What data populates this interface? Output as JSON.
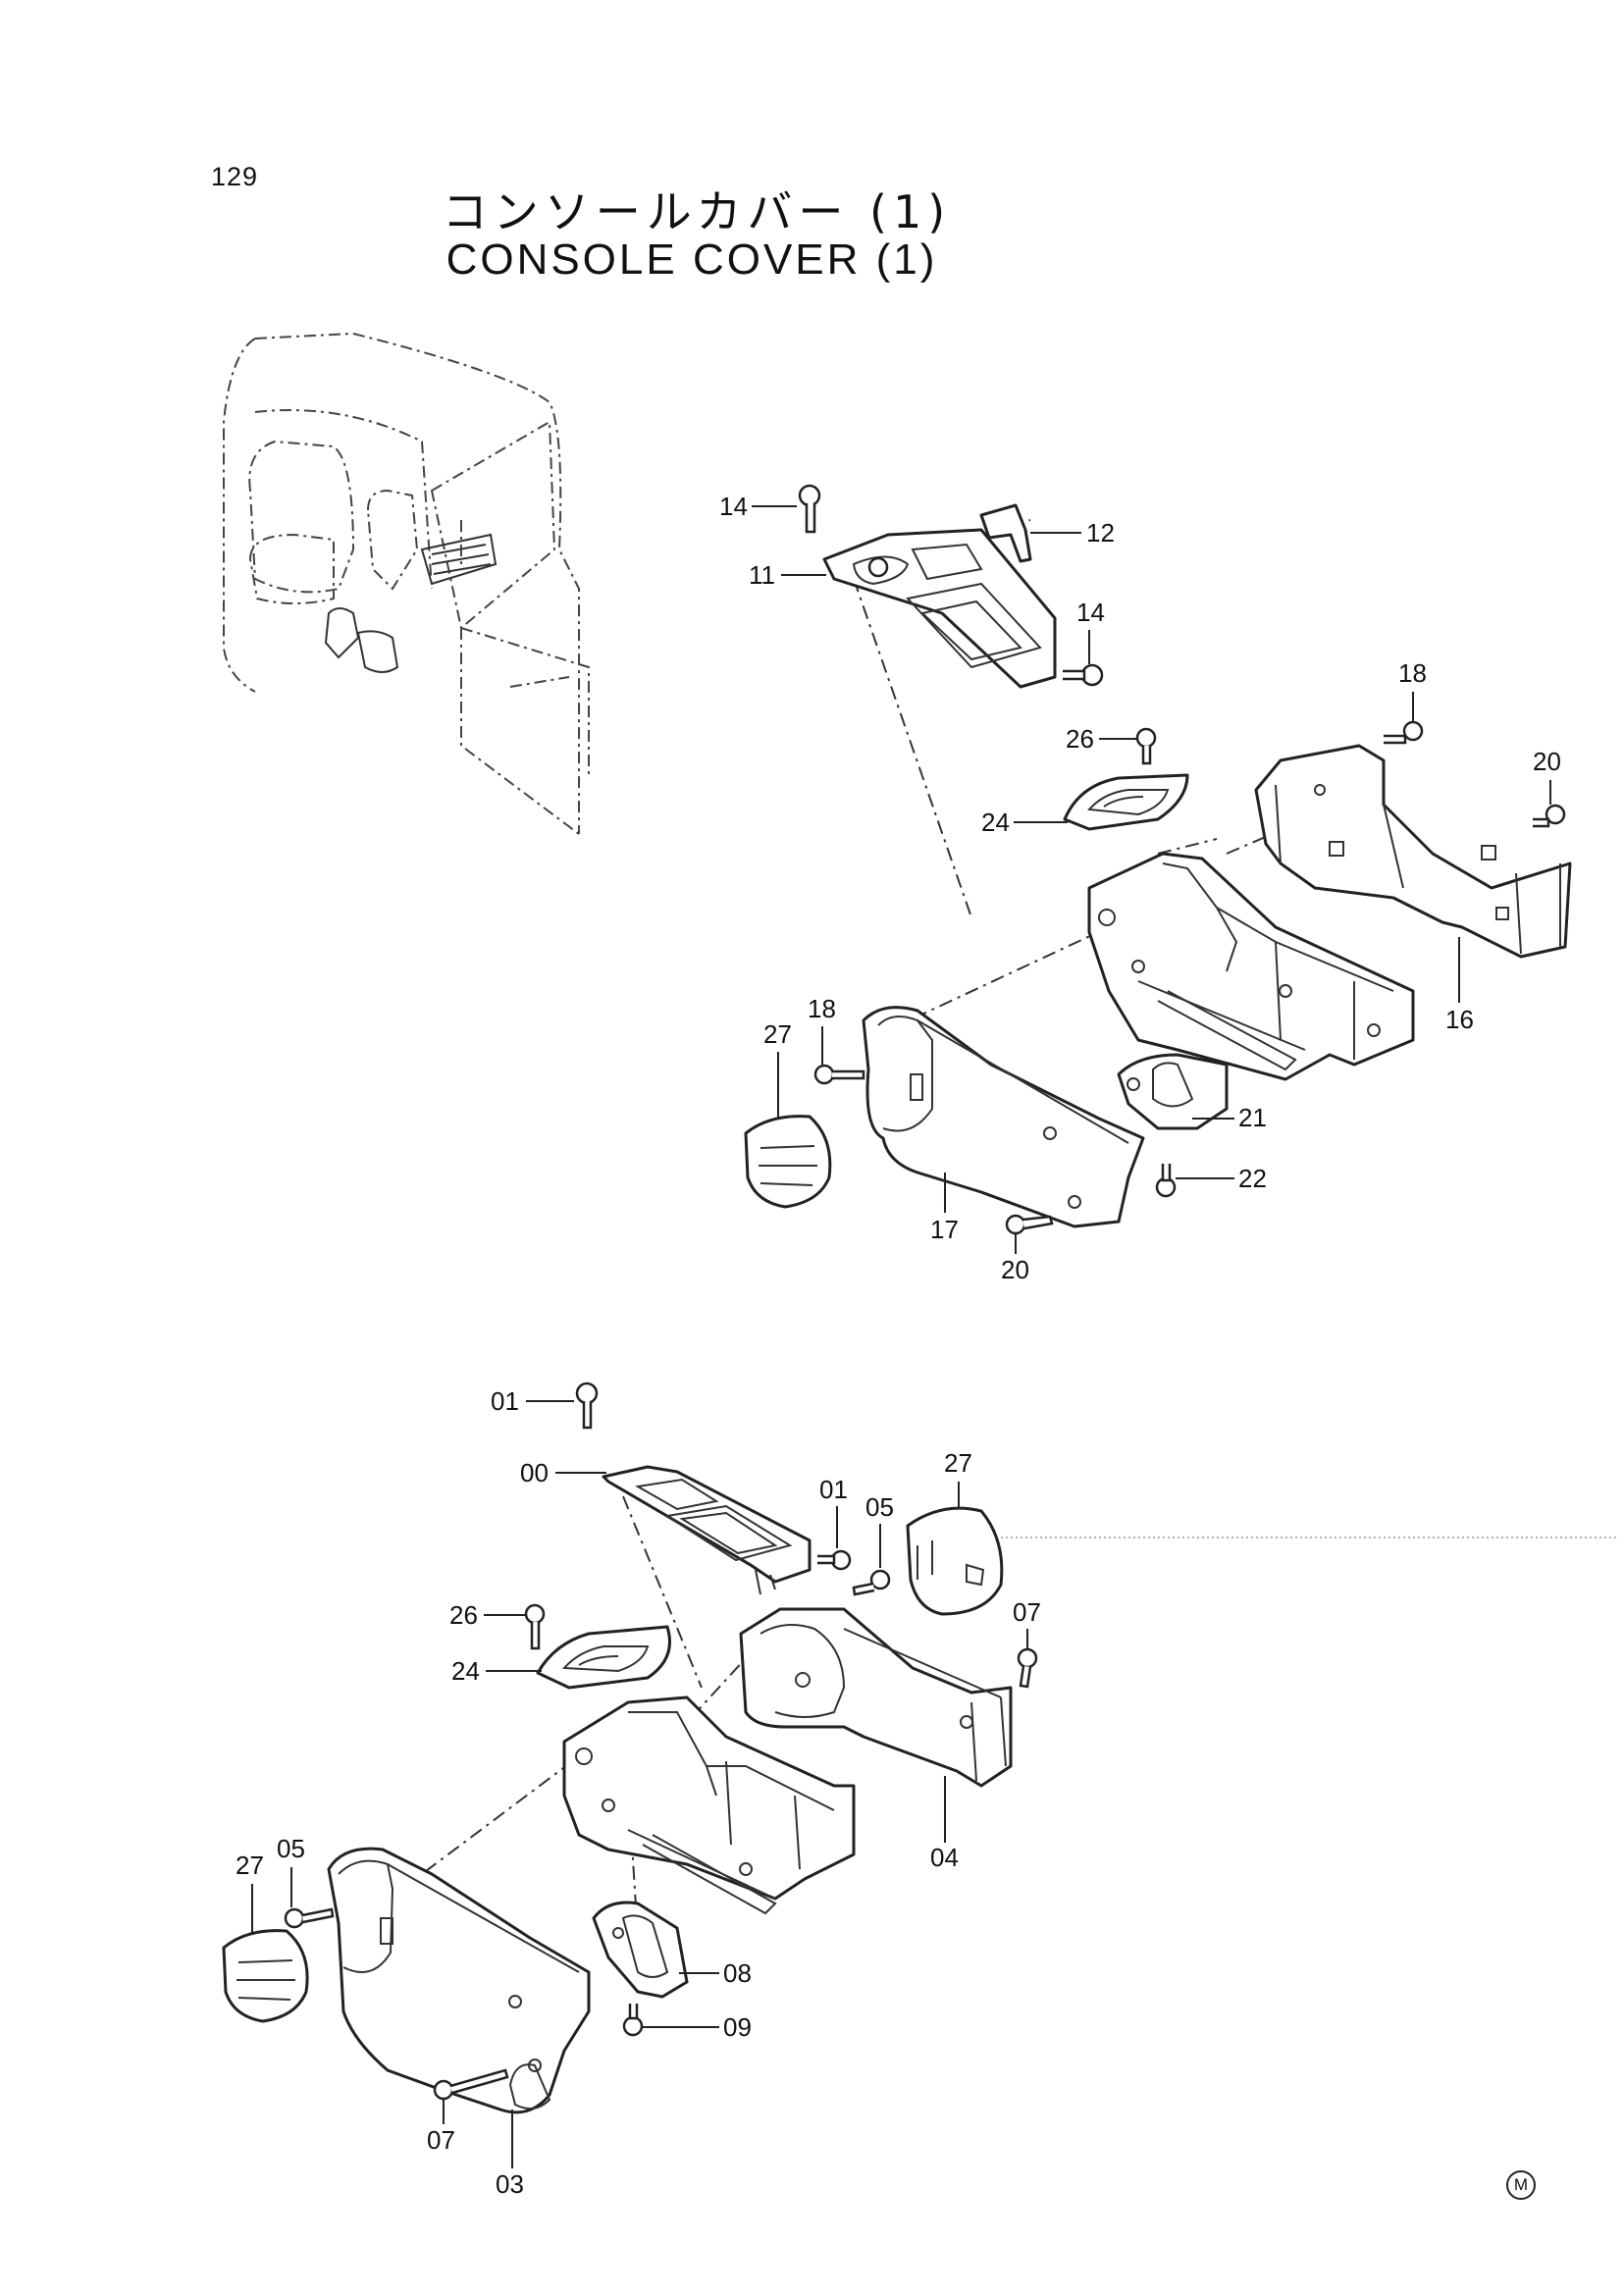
{
  "page": {
    "number": "129",
    "mark": "M"
  },
  "title": {
    "jp": "コンソールカバー (1)",
    "en": "CONSOLE COVER (1)"
  },
  "upper_labels": {
    "l14a": "14",
    "l11": "11",
    "l12": "12",
    "l14b": "14",
    "l18a": "18",
    "l26": "26",
    "l20a": "20",
    "l24": "24",
    "l16": "16",
    "l27": "27",
    "l18b": "18",
    "l21": "21",
    "l22": "22",
    "l17": "17",
    "l20b": "20"
  },
  "lower_labels": {
    "l01a": "01",
    "l00": "00",
    "l01b": "01",
    "l05a": "05",
    "l27a": "27",
    "l07a": "07",
    "l26": "26",
    "l24": "24",
    "l04": "04",
    "l27b": "27",
    "l05b": "05",
    "l08": "08",
    "l09": "09",
    "l07b": "07",
    "l03": "03"
  }
}
